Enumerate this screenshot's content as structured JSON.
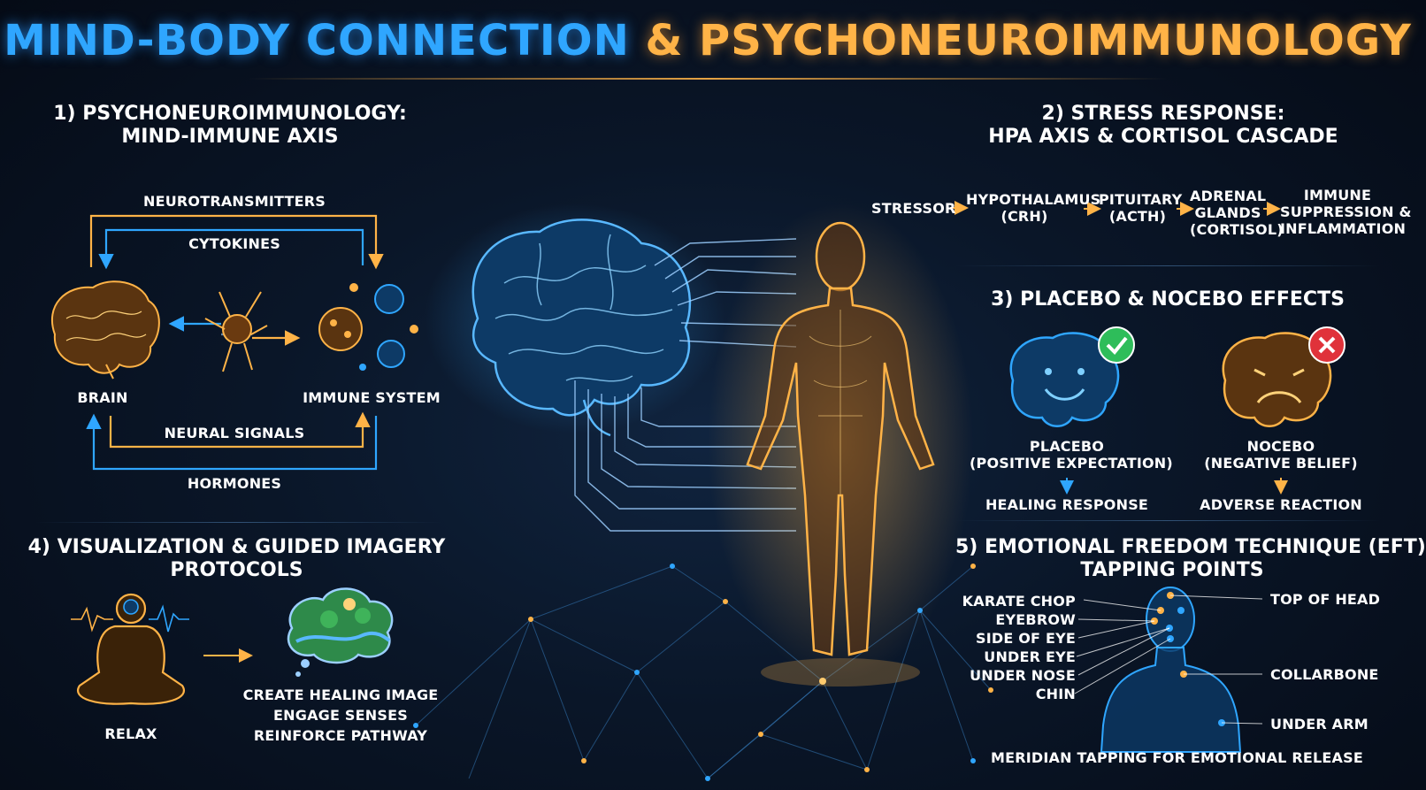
{
  "title": {
    "part1": "MIND-BODY CONNECTION",
    "part2": "& PSYCHONEUROIMMUNOLOGY"
  },
  "colors": {
    "blue": "#2fa6ff",
    "orange": "#ffb347",
    "green": "#2ebd5a",
    "red": "#e0323a"
  },
  "s1": {
    "heading1": "1) PSYCHONEUROIMMUNOLOGY:",
    "heading2": "MIND-IMMUNE AXIS",
    "neurotransmitters": "NEUROTRANSMITTERS",
    "cytokines": "CYTOKINES",
    "brain": "BRAIN",
    "immune": "IMMUNE SYSTEM",
    "neural": "NEURAL SIGNALS",
    "hormones": "HORMONES"
  },
  "s2": {
    "heading1": "2) STRESS RESPONSE:",
    "heading2": "HPA AXIS & CORTISOL CASCADE",
    "steps": [
      {
        "line1": "STRESSOR",
        "line2": "",
        "line3": ""
      },
      {
        "line1": "HYPOTHALAMUS",
        "line2": "(CRH)",
        "line3": ""
      },
      {
        "line1": "PITUITARY",
        "line2": "(ACTH)",
        "line3": ""
      },
      {
        "line1": "ADRENAL",
        "line2": "GLANDS",
        "line3": "(CORTISOL)"
      },
      {
        "line1": "IMMUNE",
        "line2": "SUPPRESSION &",
        "line3": "INFLAMMATION"
      }
    ]
  },
  "s3": {
    "heading": "3) PLACEBO & NOCEBO EFFECTS",
    "placebo": {
      "line1": "PLACEBO",
      "line2": "(POSITIVE EXPECTATION)",
      "result": "HEALING RESPONSE"
    },
    "nocebo": {
      "line1": "NOCEBO",
      "line2": "(NEGATIVE BELIEF)",
      "result": "ADVERSE REACTION"
    }
  },
  "s4": {
    "heading1": "4) VISUALIZATION & GUIDED IMAGERY",
    "heading2": "PROTOCOLS",
    "relax": "RELAX",
    "steps": [
      "CREATE HEALING IMAGE",
      "ENGAGE SENSES",
      "REINFORCE PATHWAY"
    ]
  },
  "s5": {
    "heading1": "5) EMOTIONAL FREEDOM TECHNIQUE (EFT)",
    "heading2": "TAPPING POINTS",
    "left_points": [
      "KARATE CHOP",
      "EYEBROW",
      "SIDE OF EYE",
      "UNDER EYE",
      "UNDER NOSE",
      "CHIN"
    ],
    "right_points": [
      "TOP OF HEAD",
      "COLLARBONE",
      "UNDER ARM"
    ],
    "footer": "MERIDIAN TAPPING FOR EMOTIONAL RELEASE"
  }
}
